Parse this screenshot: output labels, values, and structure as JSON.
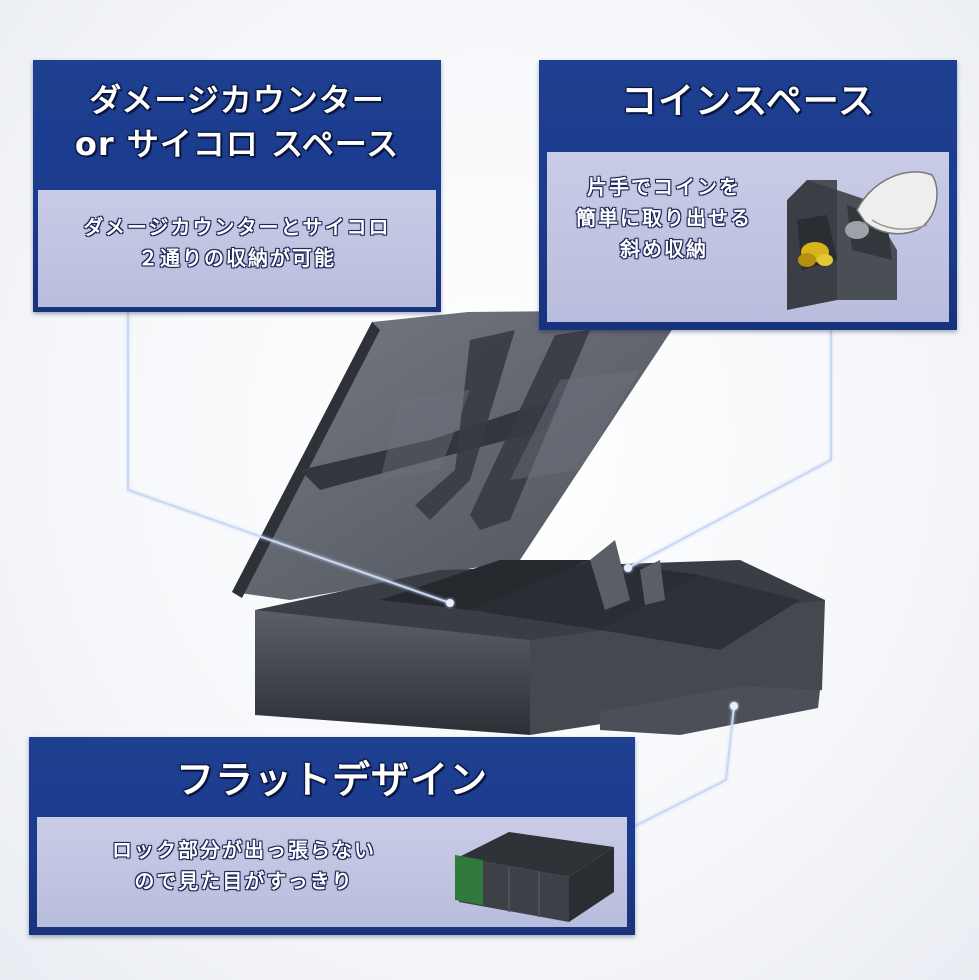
{
  "panels": {
    "damage": {
      "title_line1": "ダメージカウンター",
      "title_line2": "or サイコロ スペース",
      "desc_line1": "ダメージカウンターとサイコロ",
      "desc_line2": "２通りの収納が可能"
    },
    "coin": {
      "title": "コインスペース",
      "desc_line1": "片手でコインを",
      "desc_line2": "簡単に取り出せる",
      "desc_line3": "斜め収納"
    },
    "flat": {
      "title": "フラットデザイン",
      "desc_line1": "ロック部分が出っ張らない",
      "desc_line2": "ので見た目がすっきり"
    }
  },
  "colors": {
    "panel_blue": "#1d3d8f",
    "panel_body": "#c3c6e3",
    "case_smoke": "#4b4f58",
    "leader_line": "#c8d8f5",
    "coin_gold": "#d8b41a",
    "accent_green": "#2f7a3a"
  },
  "icons": {
    "product": "smoke-card-case-illustration",
    "coin_thumb": "hand-taking-coin-illustration",
    "flat_thumb": "closed-case-illustration"
  }
}
